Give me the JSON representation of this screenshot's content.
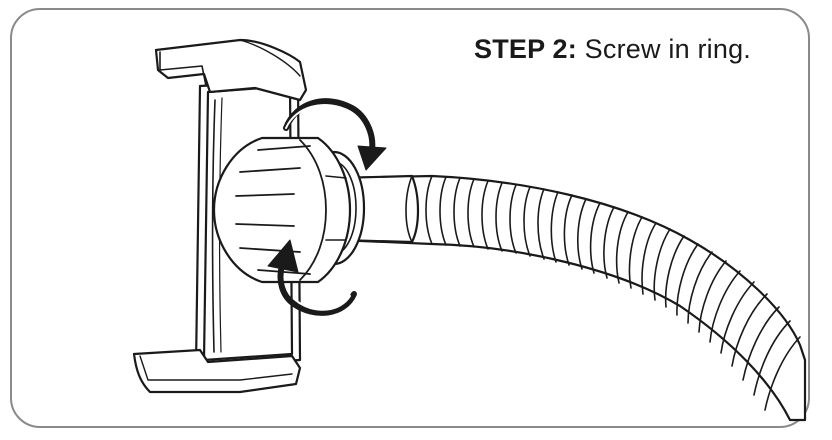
{
  "caption": {
    "step_label": "STEP 2:",
    "instruction": " Screw in ring."
  },
  "icons": {
    "holder": "phone-holder-clamp",
    "ring": "threaded-ring",
    "hose": "gooseneck-arm",
    "rotate": "rotate-arrows"
  },
  "colors": {
    "frame_border": "#8a8a8a",
    "line": "#1a1a1a",
    "fill": "#ffffff"
  }
}
